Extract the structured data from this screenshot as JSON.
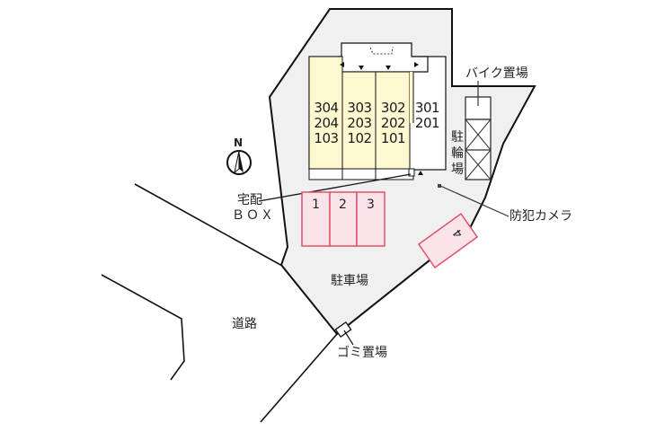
{
  "site_plan": {
    "compass": {
      "label": "N"
    },
    "building": {
      "columns": [
        {
          "units": [
            "304",
            "204",
            "103"
          ]
        },
        {
          "units": [
            "303",
            "203",
            "102"
          ]
        },
        {
          "units": [
            "302",
            "202",
            "101"
          ]
        },
        {
          "units": [
            "301",
            "201"
          ]
        }
      ]
    },
    "parking_slots": [
      "1",
      "2",
      "3",
      "4"
    ],
    "labels": {
      "bike_parking": "バイク置場",
      "bicycle_parking": [
        "駐",
        "輪",
        "場"
      ],
      "delivery_box_line1": "宅配",
      "delivery_box_line2": "ＢＯＸ",
      "security_camera": "防犯カメラ",
      "parking_lot": "駐車場",
      "road": "道路",
      "garbage": "ゴミ置場"
    },
    "colors": {
      "site_fill": "#f0f0f0",
      "building_fill": "#fdf8cf",
      "parking_fill": "#fbe3ea",
      "parking_stroke": "#e0506a",
      "line": "#111111"
    }
  }
}
